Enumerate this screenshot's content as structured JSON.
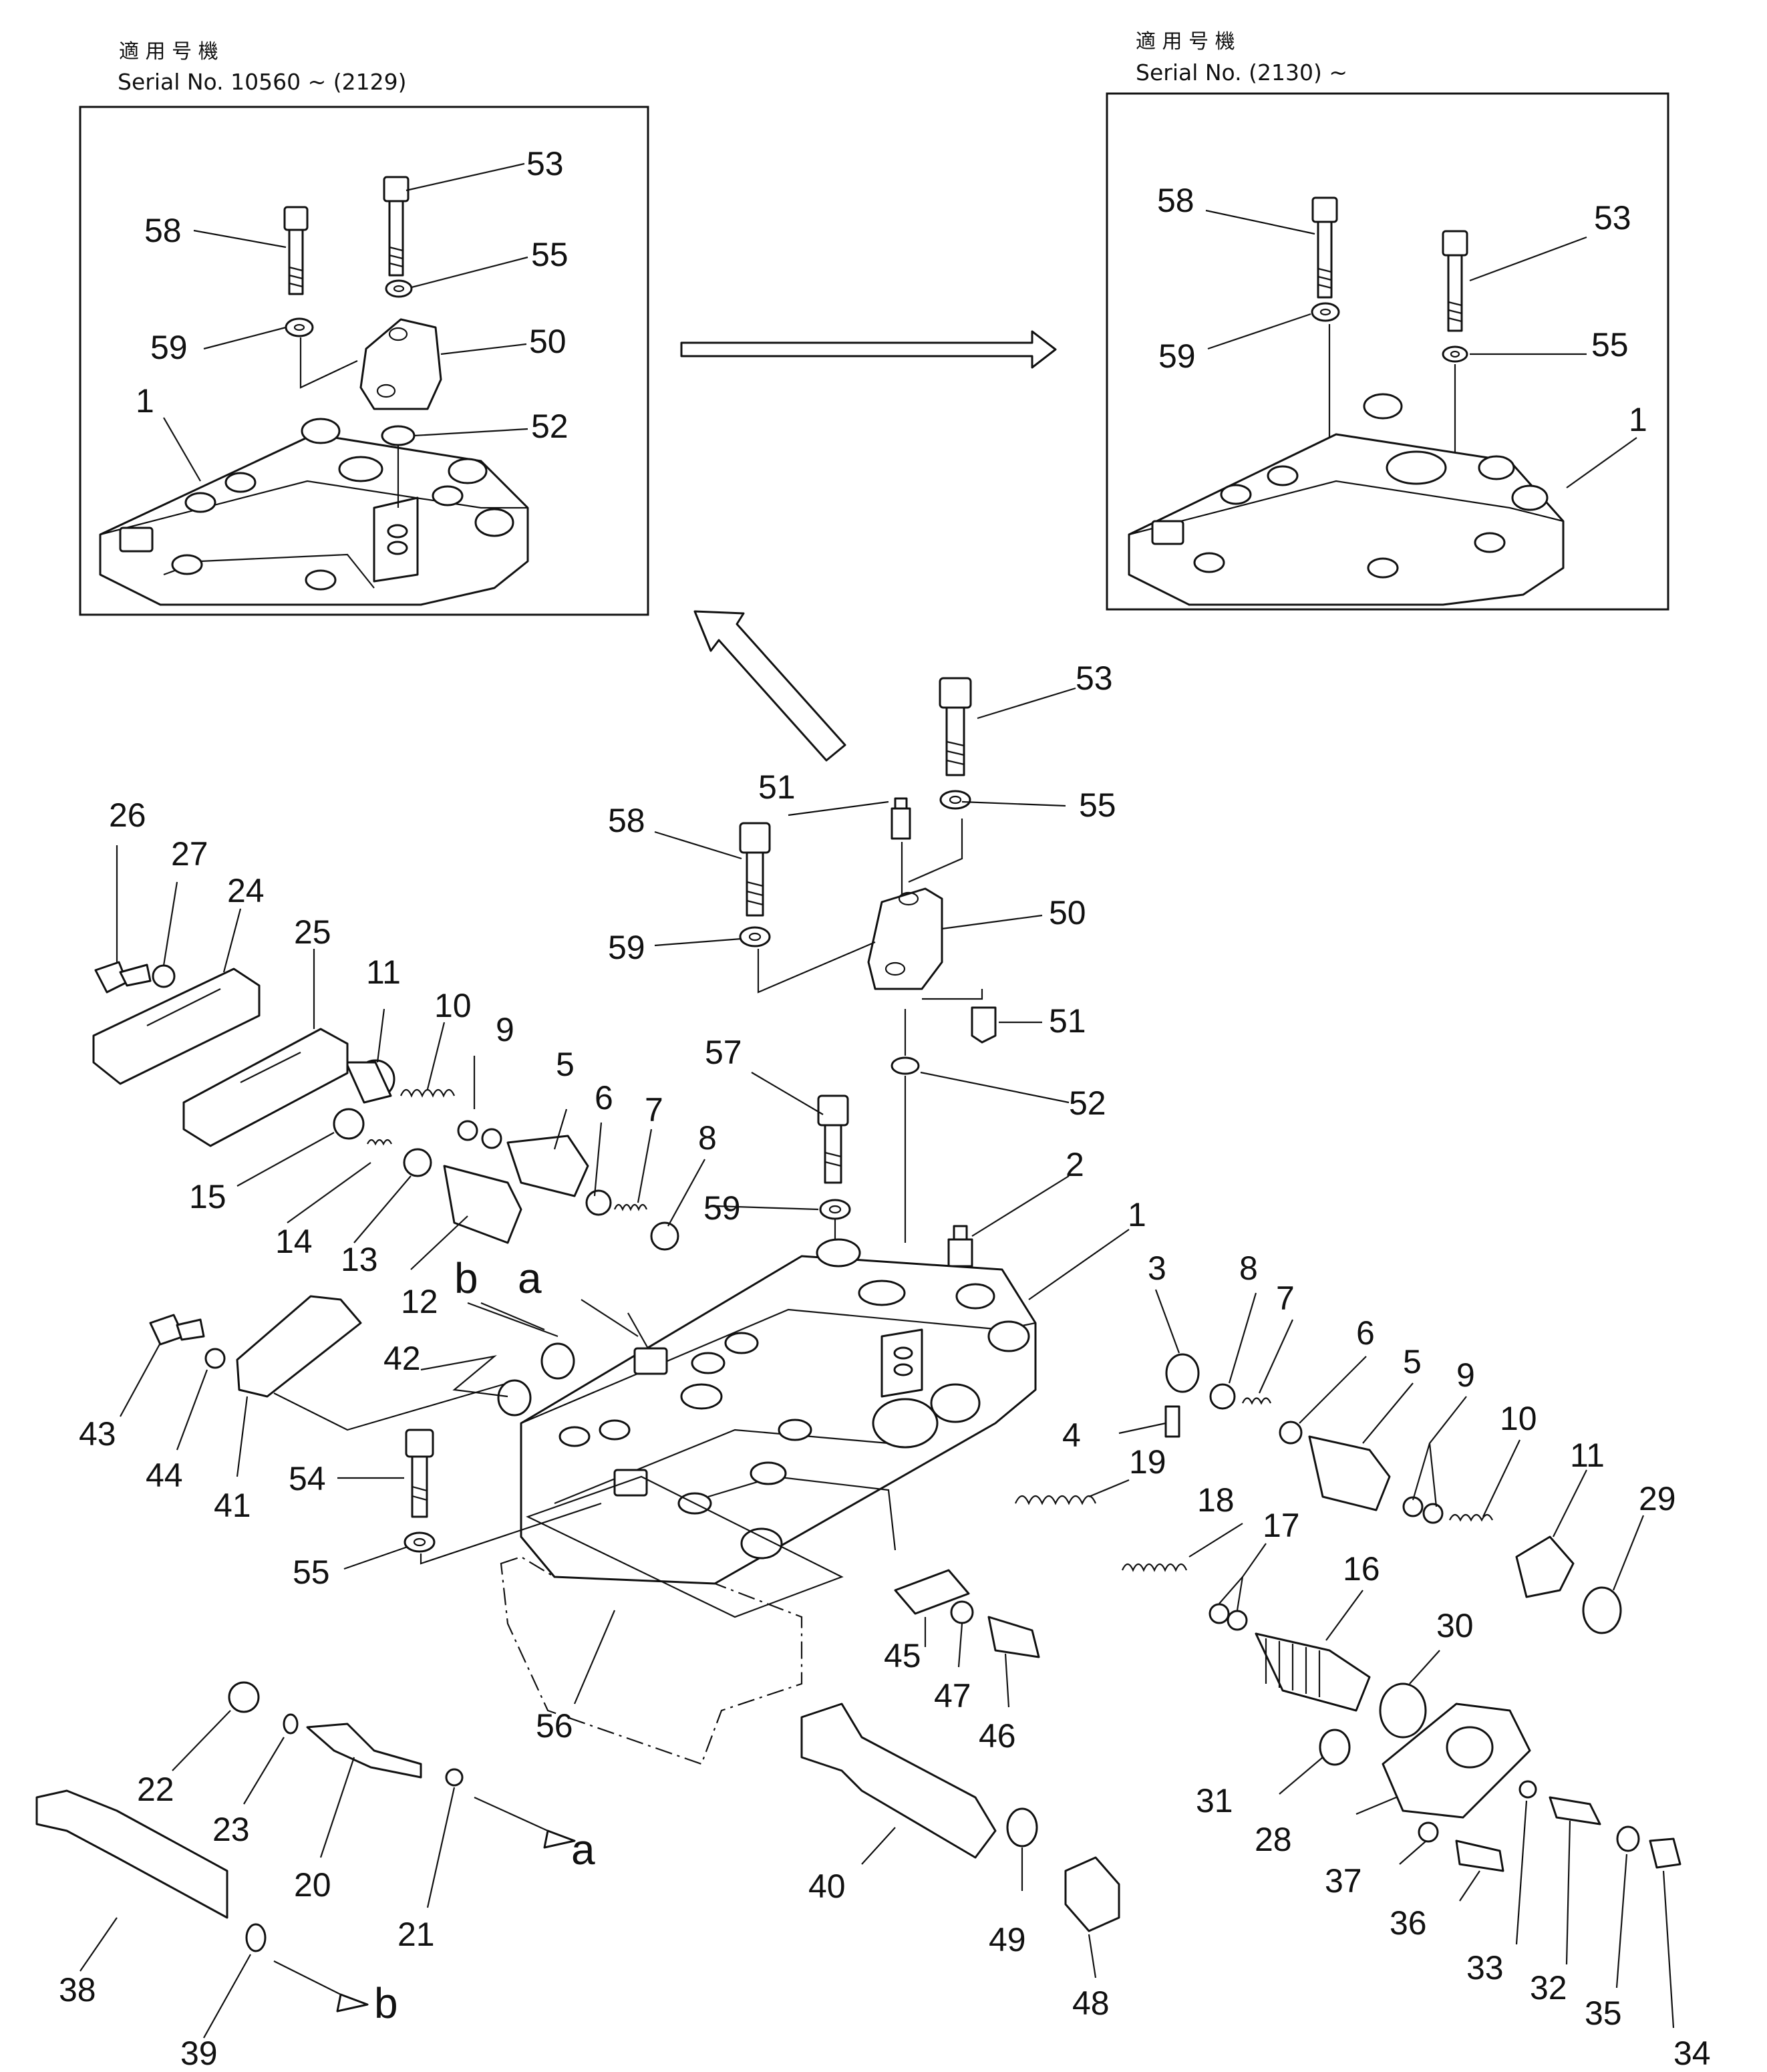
{
  "captions": {
    "left_japanese": "適 用 号 機",
    "left_serial": "Serial No. 10560 ~ (2129)",
    "right_japanese": "適 用 号 機",
    "right_serial": "Serial No. (2130) ~"
  },
  "labels": {
    "inset_left": [
      "53",
      "58",
      "55",
      "59",
      "50",
      "1",
      "52"
    ],
    "inset_right": [
      "58",
      "53",
      "59",
      "55",
      "1"
    ],
    "main": [
      "53",
      "51",
      "58",
      "55",
      "50",
      "59",
      "51",
      "52",
      "57",
      "26",
      "27",
      "24",
      "25",
      "11",
      "10",
      "9",
      "5",
      "6",
      "7",
      "8",
      "15",
      "14",
      "13",
      "12",
      "59",
      "2",
      "1",
      "3",
      "8",
      "7",
      "6",
      "5",
      "9",
      "10",
      "11",
      "29",
      "43",
      "44",
      "41",
      "42",
      "54",
      "55",
      "4",
      "19",
      "18",
      "17",
      "16",
      "30",
      "45",
      "47",
      "46",
      "56",
      "22",
      "23",
      "20",
      "21",
      "40",
      "31",
      "28",
      "37",
      "36",
      "33",
      "32",
      "35",
      "34",
      "38",
      "39",
      "49",
      "48"
    ]
  },
  "references": {
    "a": "a",
    "b": "b"
  }
}
